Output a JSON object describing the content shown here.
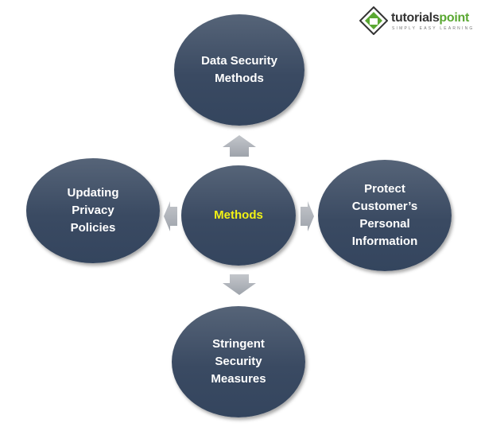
{
  "center": {
    "label": "Methods"
  },
  "nodes": {
    "top": "Data Security\nMethods",
    "left": "Updating\nPrivacy\nPolicies",
    "right": "Protect\nCustomer’s\nPersonal\nInformation",
    "bottom": "Stringent\nSecurity\nMeasures"
  },
  "logo": {
    "word1": "tutorials",
    "word2": "point",
    "tagline": "SIMPLY EASY LEARNING"
  },
  "colors": {
    "node": "#3a4a62",
    "center_text": "#f2f214",
    "arrow": "#a9adb4"
  }
}
